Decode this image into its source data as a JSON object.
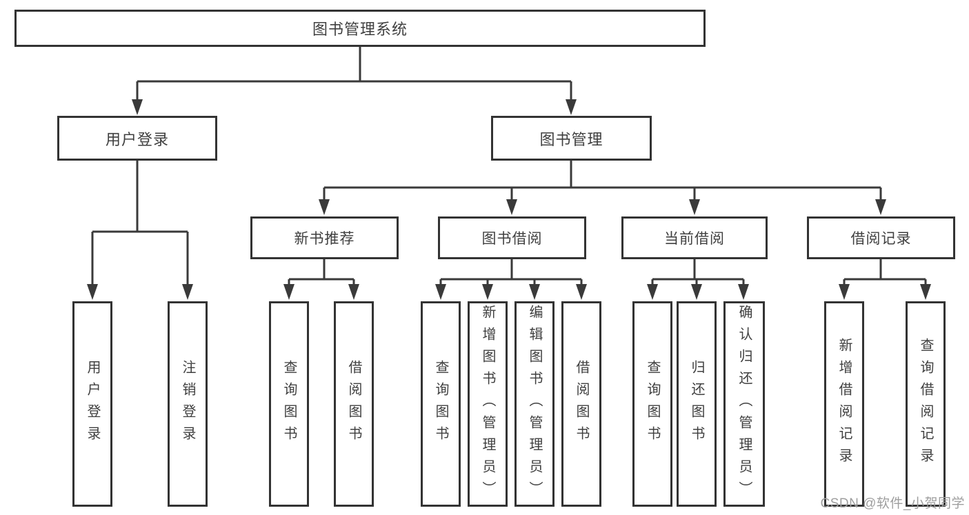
{
  "diagram_type": "hierarchy-tree",
  "colors": {
    "background": "#ffffff",
    "box_border": "#333333",
    "connector_line": "#3a3a3a",
    "text": "#3f3f3f",
    "watermark_text": "#9e9e9e"
  },
  "watermark": "CSDN @软件_小贺同学",
  "tree": {
    "label": "图书管理系统",
    "children": [
      {
        "label": "用户登录",
        "children": [
          {
            "label": "用户登录"
          },
          {
            "label": "注销登录"
          }
        ]
      },
      {
        "label": "图书管理",
        "children": [
          {
            "label": "新书推荐",
            "children": [
              {
                "label": "查询图书"
              },
              {
                "label": "借阅图书"
              }
            ]
          },
          {
            "label": "图书借阅",
            "children": [
              {
                "label": "查询图书"
              },
              {
                "label": "新增图书（管理员）"
              },
              {
                "label": "编辑图书（管理员）"
              },
              {
                "label": "借阅图书"
              }
            ]
          },
          {
            "label": "当前借阅",
            "children": [
              {
                "label": "查询图书"
              },
              {
                "label": "归还图书"
              },
              {
                "label": "确认归还（管理员）"
              }
            ]
          },
          {
            "label": "借阅记录",
            "children": [
              {
                "label": "新增借阅记录"
              },
              {
                "label": "查询借阅记录"
              }
            ]
          }
        ]
      }
    ]
  }
}
